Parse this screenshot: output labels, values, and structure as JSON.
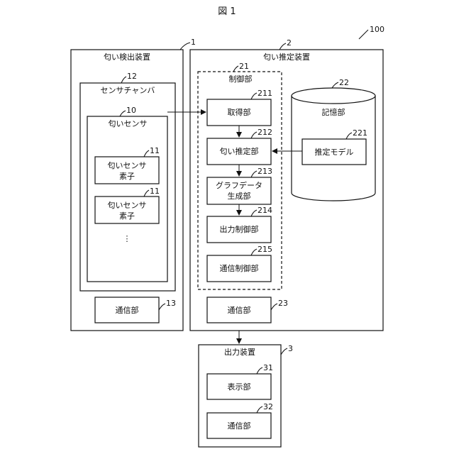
{
  "figure_title": "図 1",
  "system_ref": "100",
  "odor_detector": {
    "label": "匂い検出装置",
    "ref": "1"
  },
  "sensor_chamber": {
    "label": "センサチャンバ",
    "ref": "12"
  },
  "odor_sensor": {
    "label": "匂いセンサ",
    "ref": "10"
  },
  "sensor_elements": [
    {
      "line1": "匂いセンサ",
      "line2": "素子",
      "ref": "11"
    },
    {
      "line1": "匂いセンサ",
      "line2": "素子",
      "ref": "11"
    }
  ],
  "ellipsis": "⋮",
  "detector_comm": {
    "label": "通信部",
    "ref": "13"
  },
  "odor_estimator": {
    "label": "匂い推定装置",
    "ref": "2"
  },
  "control_unit": {
    "label": "制御部",
    "ref": "21"
  },
  "acquisition": {
    "label": "取得部",
    "ref": "211"
  },
  "estimation": {
    "label": "匂い推定部",
    "ref": "212"
  },
  "graph_gen": {
    "line1": "グラフデータ",
    "line2": "生成部",
    "ref": "213"
  },
  "output_control": {
    "label": "出力制御部",
    "ref": "214"
  },
  "comm_control": {
    "label": "通信制御部",
    "ref": "215"
  },
  "storage": {
    "label": "記憶部",
    "ref": "22"
  },
  "model": {
    "label": "推定モデル",
    "ref": "221"
  },
  "estimator_comm": {
    "label": "通信部",
    "ref": "23"
  },
  "output_device": {
    "label": "出力装置",
    "ref": "3"
  },
  "display": {
    "label": "表示部",
    "ref": "31"
  },
  "output_comm": {
    "label": "通信部",
    "ref": "32"
  }
}
